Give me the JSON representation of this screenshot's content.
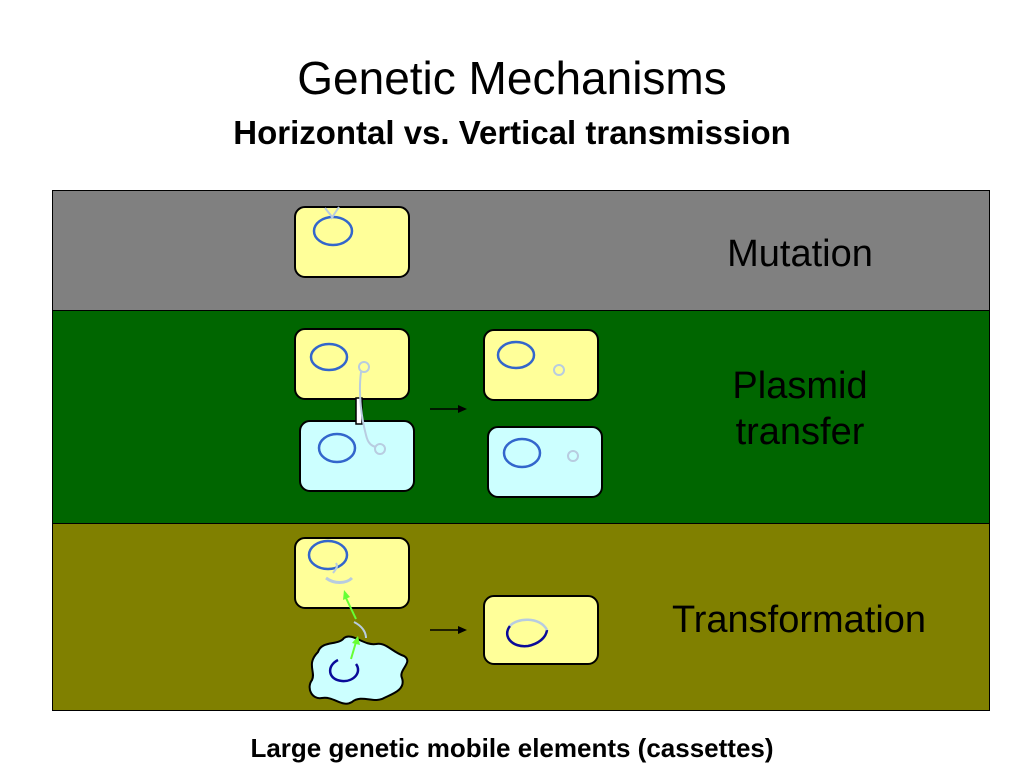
{
  "title": "Genetic Mechanisms",
  "subtitle": "Horizontal vs. Vertical transmission",
  "rows": {
    "mutation": {
      "label": "Mutation",
      "color": "#808080"
    },
    "plasmid": {
      "label_line1": "Plasmid",
      "label_line2": "transfer",
      "color": "#006600"
    },
    "transformation": {
      "label": "Transformation",
      "color": "#808000"
    }
  },
  "colors": {
    "cell_yellow": "#ffff99",
    "cell_blue": "#ccffff",
    "chromosome": "#3366cc",
    "dark_chromosome": "#0a0a99",
    "plasmid": "#b8cce0",
    "arrow_green": "#66ff33"
  },
  "footer": "Large genetic mobile elements (cassettes)"
}
